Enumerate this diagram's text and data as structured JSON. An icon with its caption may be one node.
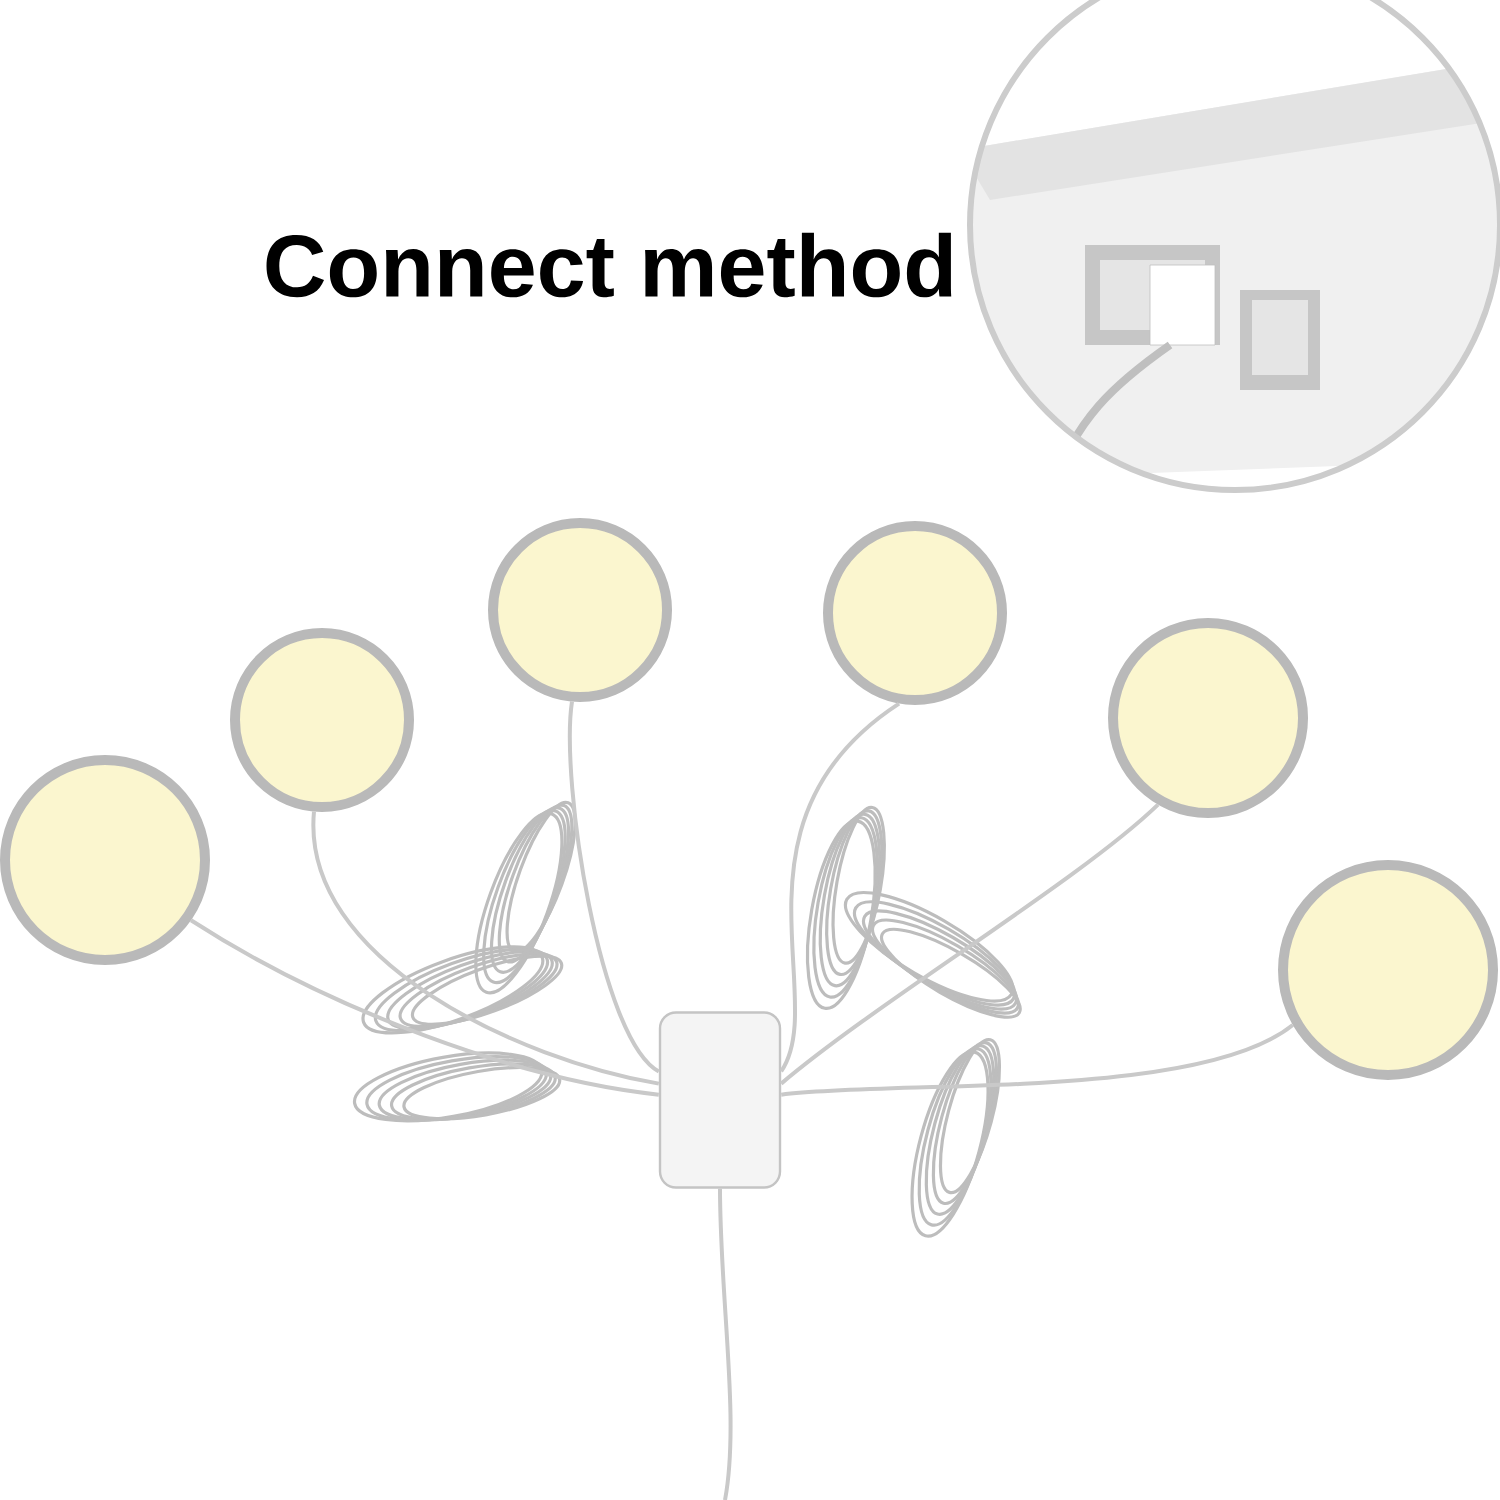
{
  "diagram": {
    "title": "Connect method",
    "nodes": [
      {
        "text": [],
        "shape": "circle"
      },
      {
        "text": [],
        "shape": "circle"
      },
      {
        "text": [],
        "shape": "circle"
      },
      {
        "text": [],
        "shape": "circle"
      },
      {
        "text": [],
        "shape": "circle"
      },
      {
        "text": [],
        "shape": "circle"
      },
      {
        "text": [],
        "shape": "box"
      }
    ],
    "edges": [
      {
        "from": 0,
        "to": 6,
        "arrow": "none"
      },
      {
        "from": 1,
        "to": 6,
        "arrow": "none"
      },
      {
        "from": 2,
        "to": 6,
        "arrow": "none"
      },
      {
        "from": 3,
        "to": 6,
        "arrow": "none"
      },
      {
        "from": 4,
        "to": 6,
        "arrow": "none"
      },
      {
        "from": 5,
        "to": 6,
        "arrow": "none"
      },
      {
        "from": 6,
        "to": null,
        "arrow": "none"
      }
    ]
  }
}
